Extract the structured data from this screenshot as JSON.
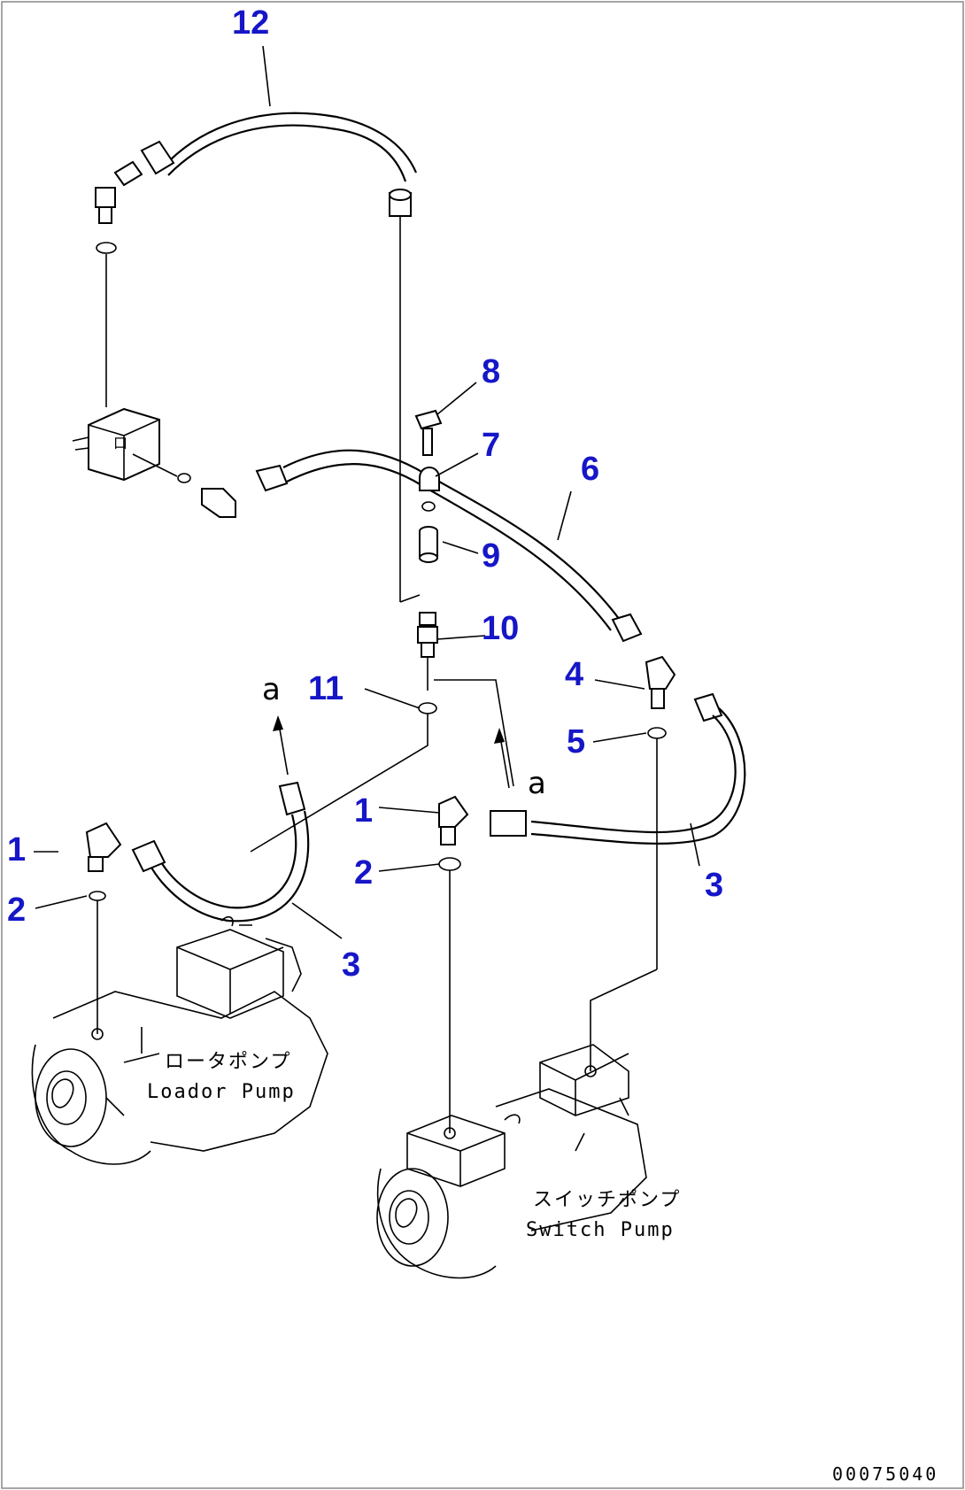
{
  "drawing": {
    "code": "00075040",
    "callouts": [
      {
        "id": "c12",
        "text": "12"
      },
      {
        "id": "c8",
        "text": "8"
      },
      {
        "id": "c7",
        "text": "7"
      },
      {
        "id": "c6",
        "text": "6"
      },
      {
        "id": "c9",
        "text": "9"
      },
      {
        "id": "c10",
        "text": "10"
      },
      {
        "id": "c4",
        "text": "4"
      },
      {
        "id": "c11",
        "text": "11"
      },
      {
        "id": "c5",
        "text": "5"
      },
      {
        "id": "c1a",
        "text": "1"
      },
      {
        "id": "c1b",
        "text": "1"
      },
      {
        "id": "c2a",
        "text": "2"
      },
      {
        "id": "c2b",
        "text": "2"
      },
      {
        "id": "c3a",
        "text": "3"
      },
      {
        "id": "c3b",
        "text": "3"
      }
    ],
    "refs": {
      "a1": "a",
      "a2": "a"
    },
    "pumps": {
      "loader_jp": "ロータポンプ",
      "loader_en": "Loador Pump",
      "switch_jp": "スイッチポンプ",
      "switch_en": "Switch Pump"
    }
  }
}
